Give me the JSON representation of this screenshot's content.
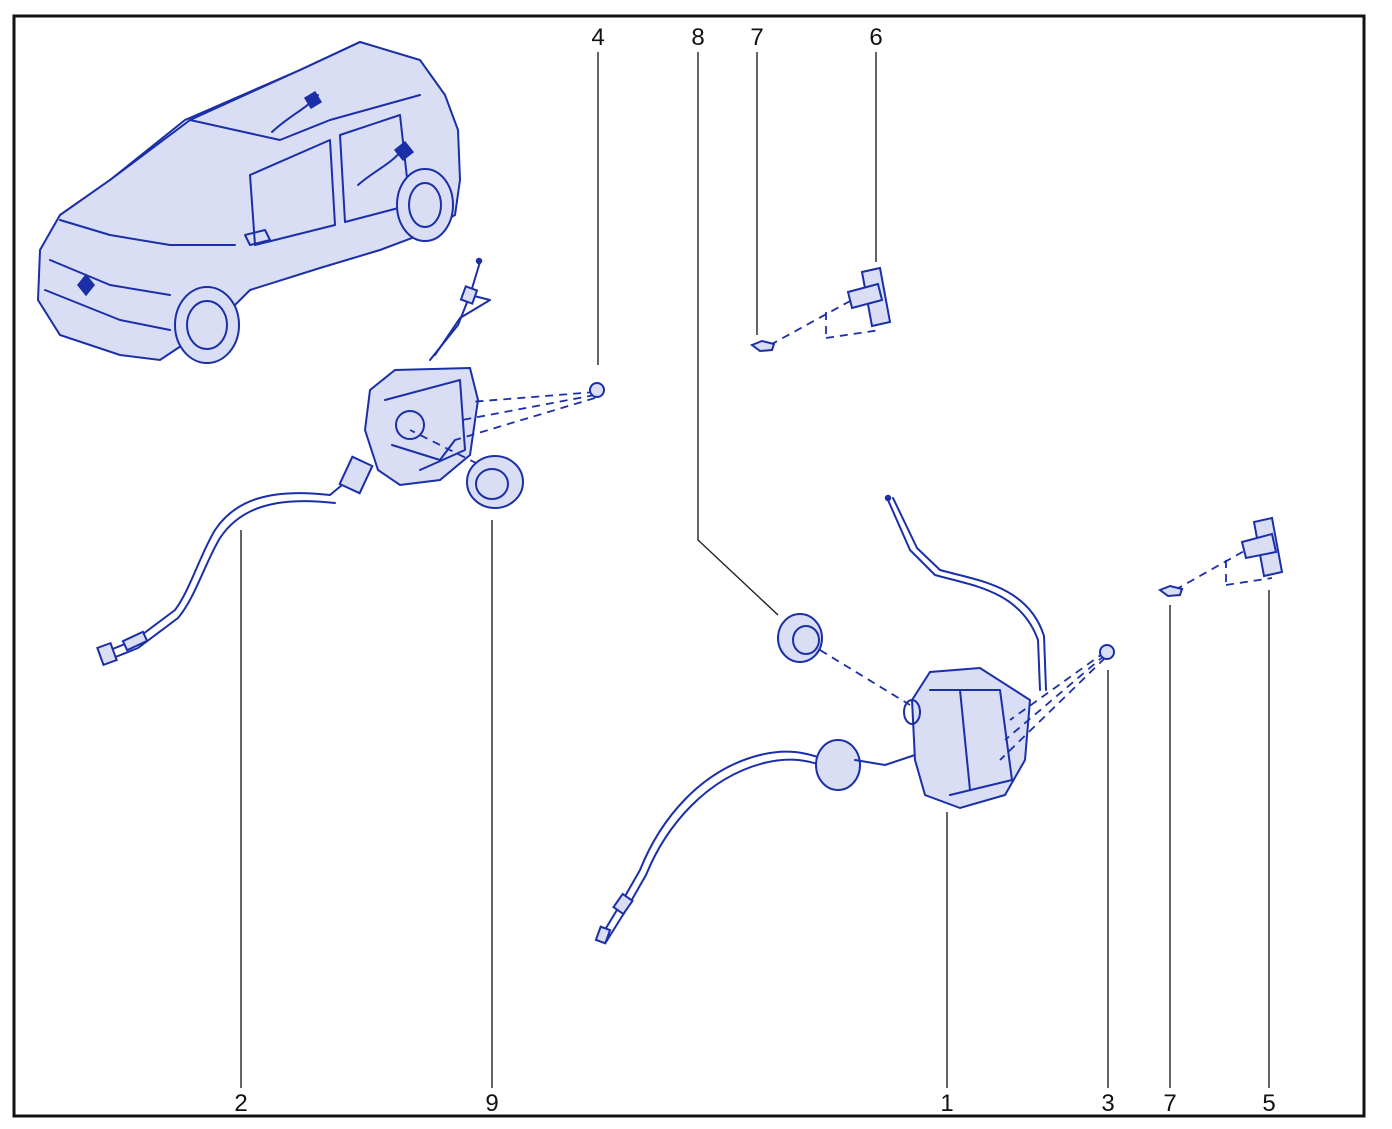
{
  "callouts": [
    {
      "id": "callout-4",
      "text": "4"
    },
    {
      "id": "callout-8",
      "text": "8"
    },
    {
      "id": "callout-7-top",
      "text": "7"
    },
    {
      "id": "callout-6",
      "text": "6"
    },
    {
      "id": "callout-2",
      "text": "2"
    },
    {
      "id": "callout-9",
      "text": "9"
    },
    {
      "id": "callout-1",
      "text": "1"
    },
    {
      "id": "callout-3",
      "text": "3"
    },
    {
      "id": "callout-7-bottom",
      "text": "7"
    },
    {
      "id": "callout-5",
      "text": "5"
    }
  ],
  "colors": {
    "line": "#1a2fa8",
    "tint": "#d9def5",
    "frame": "#111111"
  }
}
